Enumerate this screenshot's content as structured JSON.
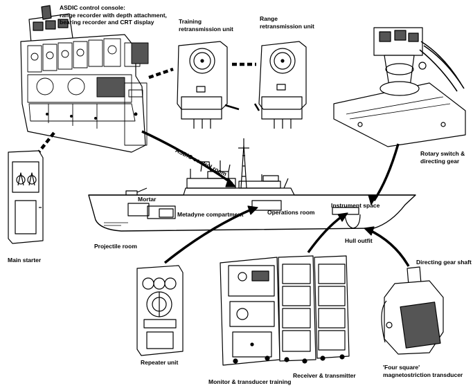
{
  "labels": {
    "asdic_console": [
      "ASDIC control console:",
      "range recorder with depth attachment,",
      "bearing recorder and  CRT display"
    ],
    "training_unit": [
      "Training",
      "retransmission unit"
    ],
    "range_unit": [
      "Range",
      "retransmission unit"
    ],
    "asdic_control_room": "ASDIC control room",
    "rotary_switch": [
      "Rotary switch &",
      "directing gear"
    ],
    "mortar": "Mortar",
    "metadyne": "Metadyne compartment",
    "operations_room": "Operations room",
    "instrument_space": "Instrument space",
    "hull_outfit": "Hull outfit",
    "projectile_room": "Projectile room",
    "main_starter": "Main starter",
    "directing_gear_shaft": "Directing gear shaft",
    "repeater_unit": "Repeater unit",
    "monitor_training": "Monitor & transducer training",
    "receiver_transmitter": "Receiver & transmitter",
    "transducer": [
      "'Four square'",
      "magnetostriction transducer"
    ]
  },
  "colors": {
    "ink": "#000000",
    "paper": "#ffffff",
    "shade": "#555555"
  }
}
